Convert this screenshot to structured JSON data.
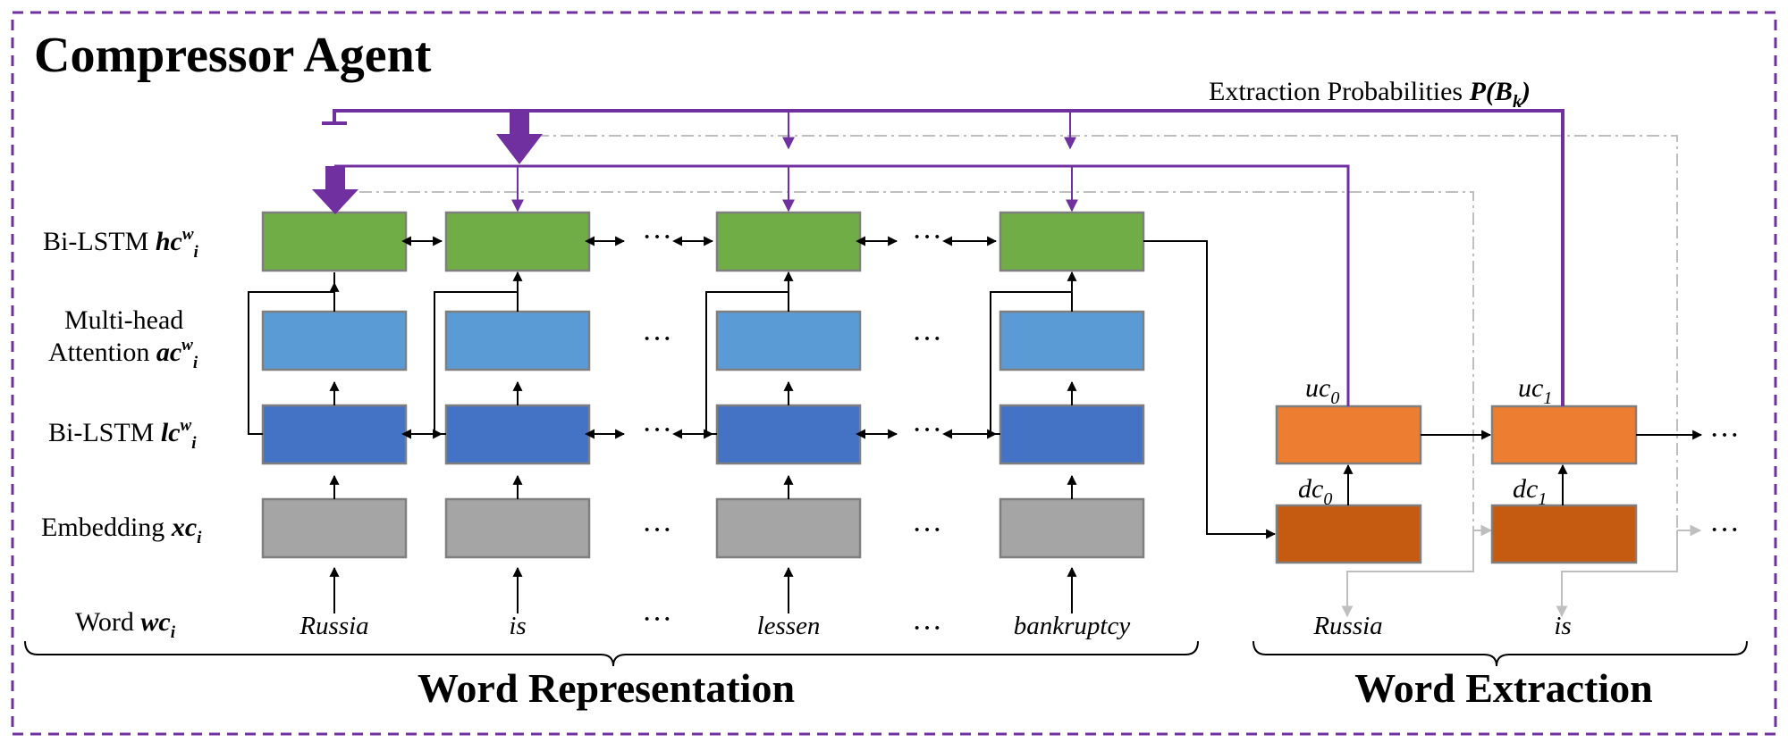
{
  "diagram": {
    "title": "Compressor Agent",
    "extraction_label": {
      "prefix": "Extraction Probabilities ",
      "symbol": "P(B",
      "sub": "k",
      "suffix": ")"
    },
    "rows": [
      {
        "text": "Bi-LSTM ",
        "var": "hc",
        "sup": "w",
        "sub": "i"
      },
      {
        "text": "Multi-head",
        "text2": "Attention ",
        "var": "ac",
        "sup": "w",
        "sub": "i"
      },
      {
        "text": "Bi-LSTM ",
        "var": "lc",
        "sup": "w",
        "sub": "i"
      },
      {
        "text": "Embedding ",
        "var": "xc",
        "sub": "i"
      },
      {
        "text": "Word ",
        "var": "wc",
        "sub": "i"
      }
    ],
    "words": [
      "Russia",
      "is",
      "lessen",
      "bankruptcy"
    ],
    "ellipsis": "···",
    "decoder_nodes": [
      {
        "u_var": "uc",
        "u_sub": "0",
        "d_var": "dc",
        "d_sub": "0",
        "word": "Russia"
      },
      {
        "u_var": "uc",
        "u_sub": "1",
        "d_var": "dc",
        "d_sub": "1",
        "word": "is"
      }
    ],
    "sections": {
      "left": "Word Representation",
      "right": "Word Extraction"
    },
    "colors": {
      "border": "#7030A0",
      "purple": "#7030A0",
      "hc": "#70AD47",
      "ac": "#5B9BD5",
      "lc": "#4472C4",
      "xc": "#A5A5A5",
      "uc": "#ED7D31",
      "dc": "#C55A11",
      "box_stroke": "#7F7F7F",
      "dashed_grey": "#BFBFBF"
    }
  }
}
